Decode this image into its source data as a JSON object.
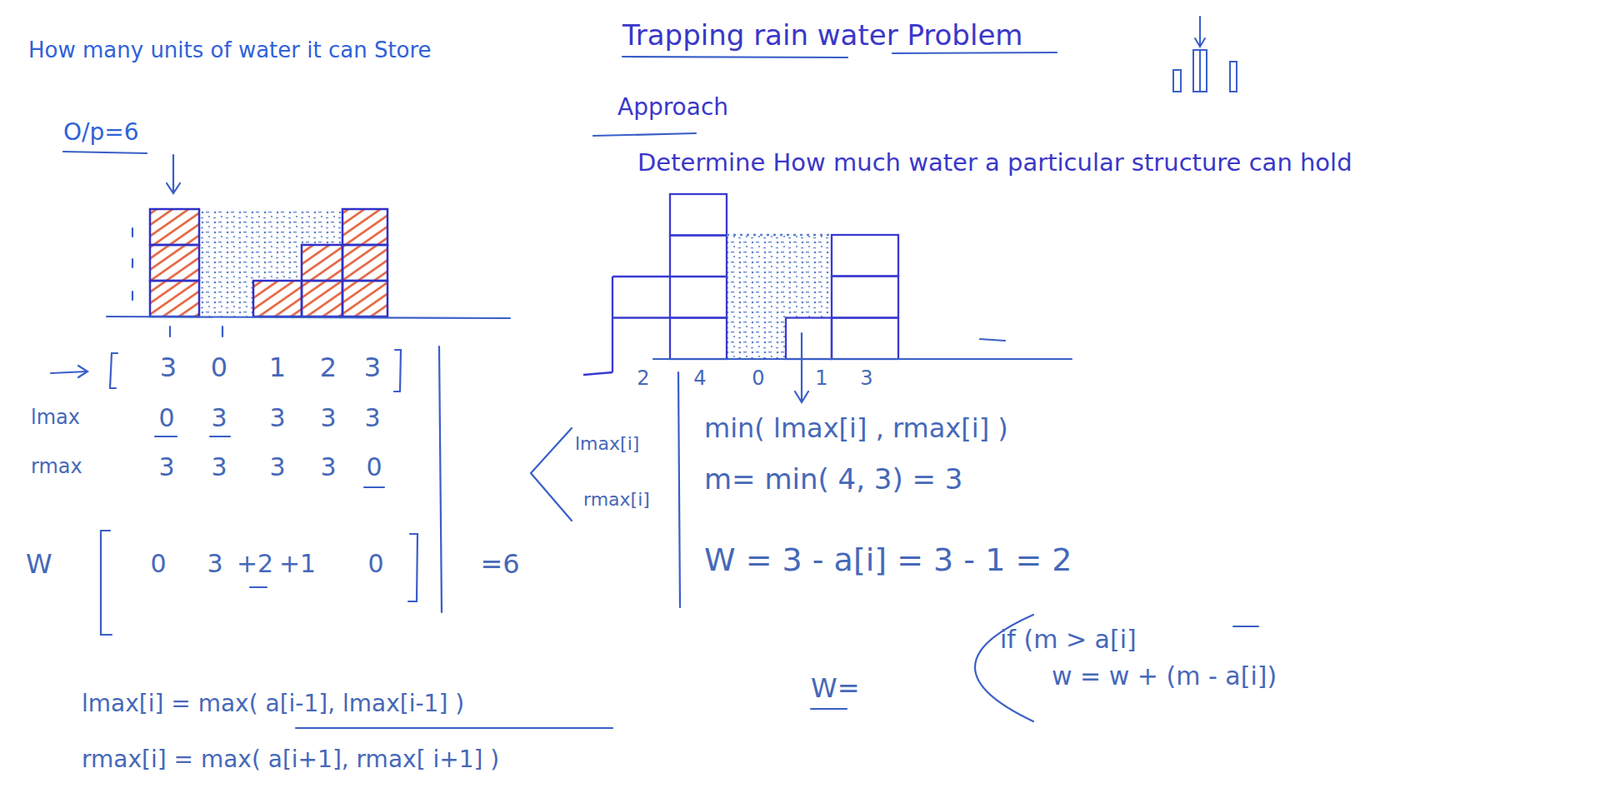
{
  "diagram": {
    "title": "Trapping rain water Problem",
    "labels": [
      "How many units of water it can Store",
      "O/p=6",
      "3",
      "0",
      "1",
      "2",
      "3",
      "lmax",
      "0",
      "3",
      "3",
      "3",
      "3",
      "rmax",
      "3",
      "3",
      "3",
      "3",
      "0",
      "W",
      "0",
      "3",
      "+2",
      "+1",
      "0",
      "=6",
      "lmax[i] = max( a[i-1], lmax[i-1] )",
      "rmax[i] = max( a[i+1], rmax[ i+1] )",
      "Approach",
      "Determine How much water a particular structure can hold",
      "2",
      "4",
      "0",
      "1",
      "3",
      "lmax[i]",
      "rmax[i]",
      "min( lmax[i] , rmax[i] )",
      "m= min( 4, 3) = 3",
      "W = 3 - a[i] = 3 - 1 = 2",
      "W=",
      "if (m > a[i]",
      "w = w + (m - a[i])"
    ]
  }
}
